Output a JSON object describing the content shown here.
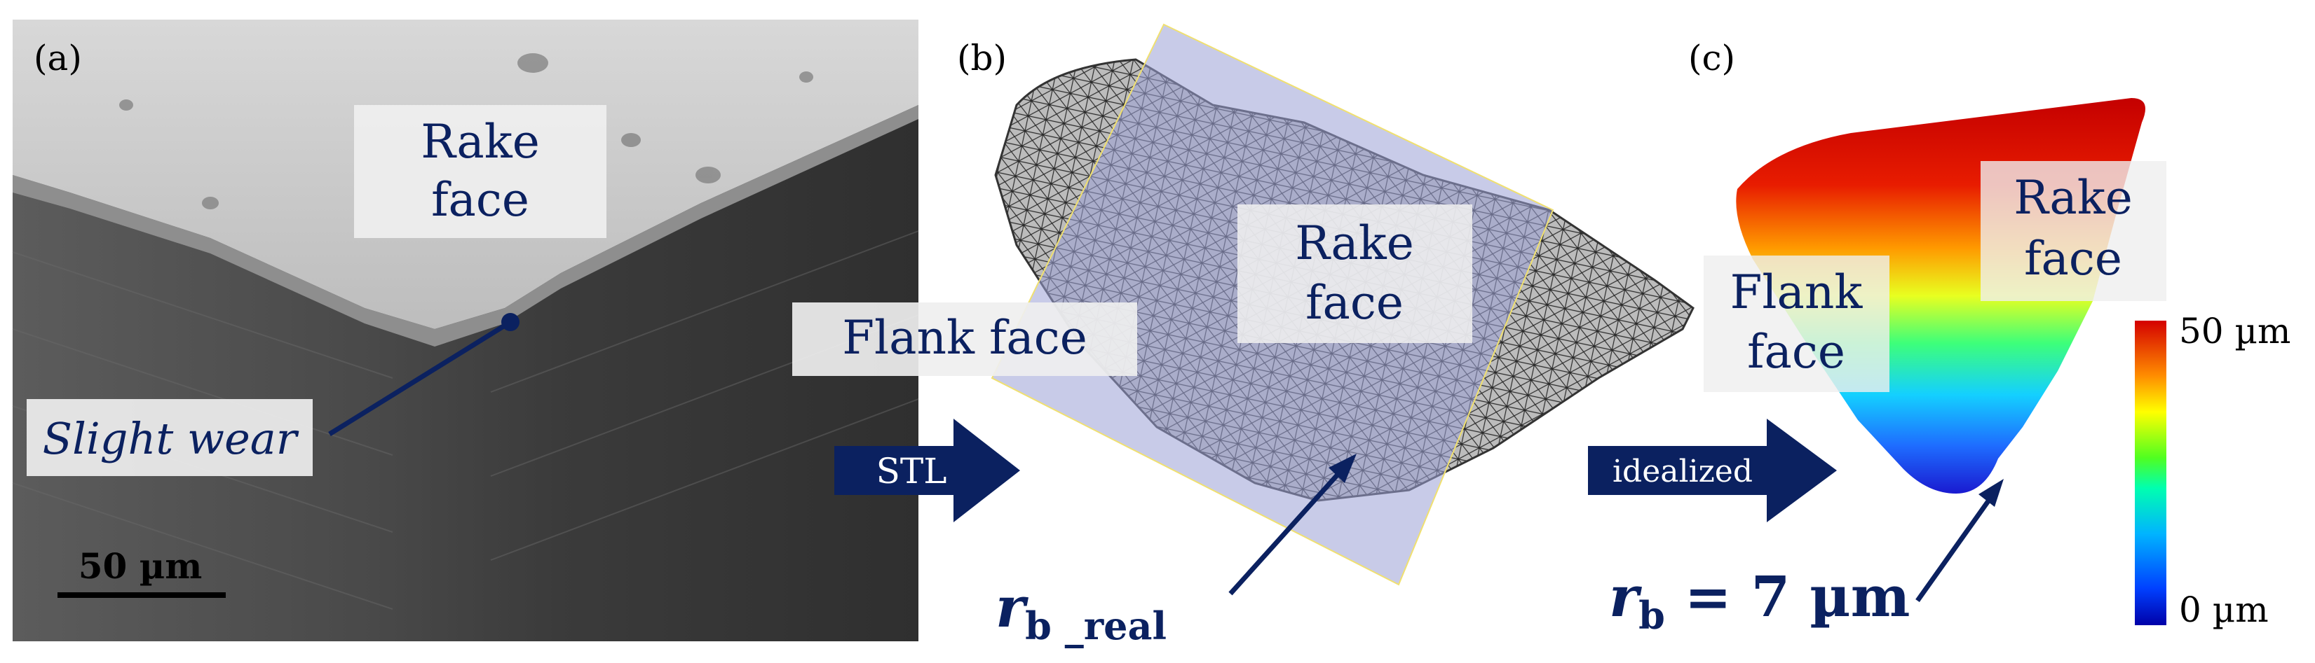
{
  "panels": {
    "a": {
      "label": "(a)",
      "rake_face_line1": "Rake",
      "rake_face_line2": "face",
      "wear_label": "Slight wear",
      "scale_bar_label": "50 µm"
    },
    "b": {
      "label": "(b)",
      "flank_face_label": "Flank face",
      "rake_face_line1": "Rake",
      "rake_face_line2": "face",
      "edge_radius_symbol": "r",
      "edge_radius_subscript": "b _real"
    },
    "c": {
      "label": "(c)",
      "flank_face_line1": "Flank",
      "flank_face_line2": "face",
      "rake_face_line1": "Rake",
      "rake_face_line2": "face",
      "edge_radius_symbol": "r",
      "edge_radius_subscript": "b",
      "edge_radius_value": " = 7 µm",
      "colorbar_max": "50 µm",
      "colorbar_min": "0 µm"
    }
  },
  "arrows": {
    "stl_label": "STL",
    "idealized_label": "idealized"
  },
  "colors": {
    "navy": "#0b2160",
    "label_box": "#ececec",
    "plane": "#9aa0d6",
    "sem_dark": "#3a3a3a",
    "sem_light": "#cfcfcf"
  },
  "icons": [
    "arrow-right-icon",
    "pointer-arrow-icon"
  ]
}
